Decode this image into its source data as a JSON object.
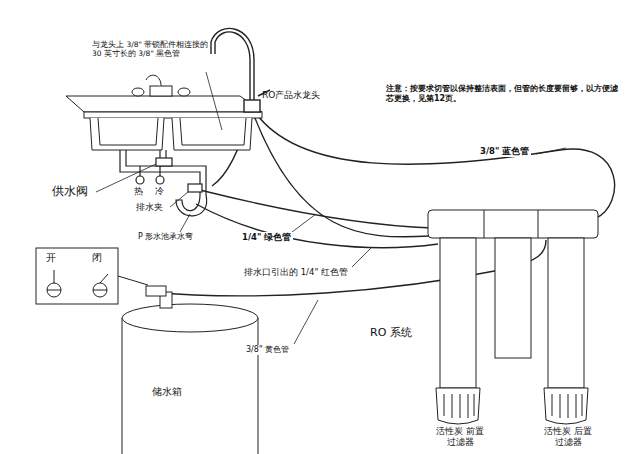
{
  "diagram": {
    "labels": [
      "与龙头上 3/8\" 带锁配件相连接的 30 英寸长的 3/8\" 黑色管",
      "RO产品水龙头",
      "注意：按要求切管以保持整洁表面，但管的长度要留够，以方便滤芯更换，见第12页。",
      "3/8\" 蓝色管",
      "供水阀",
      "热",
      "冷",
      "排水夹",
      "P 形水池承水弯",
      "1/4\" 绿色管",
      "排水口引出的 1/4\" 红色管",
      "开",
      "闭",
      "3/8\" 黄色管",
      "储水箱",
      "RO 系统",
      "活性炭 前置过滤器",
      "活性炭 后置过滤器"
    ]
  }
}
